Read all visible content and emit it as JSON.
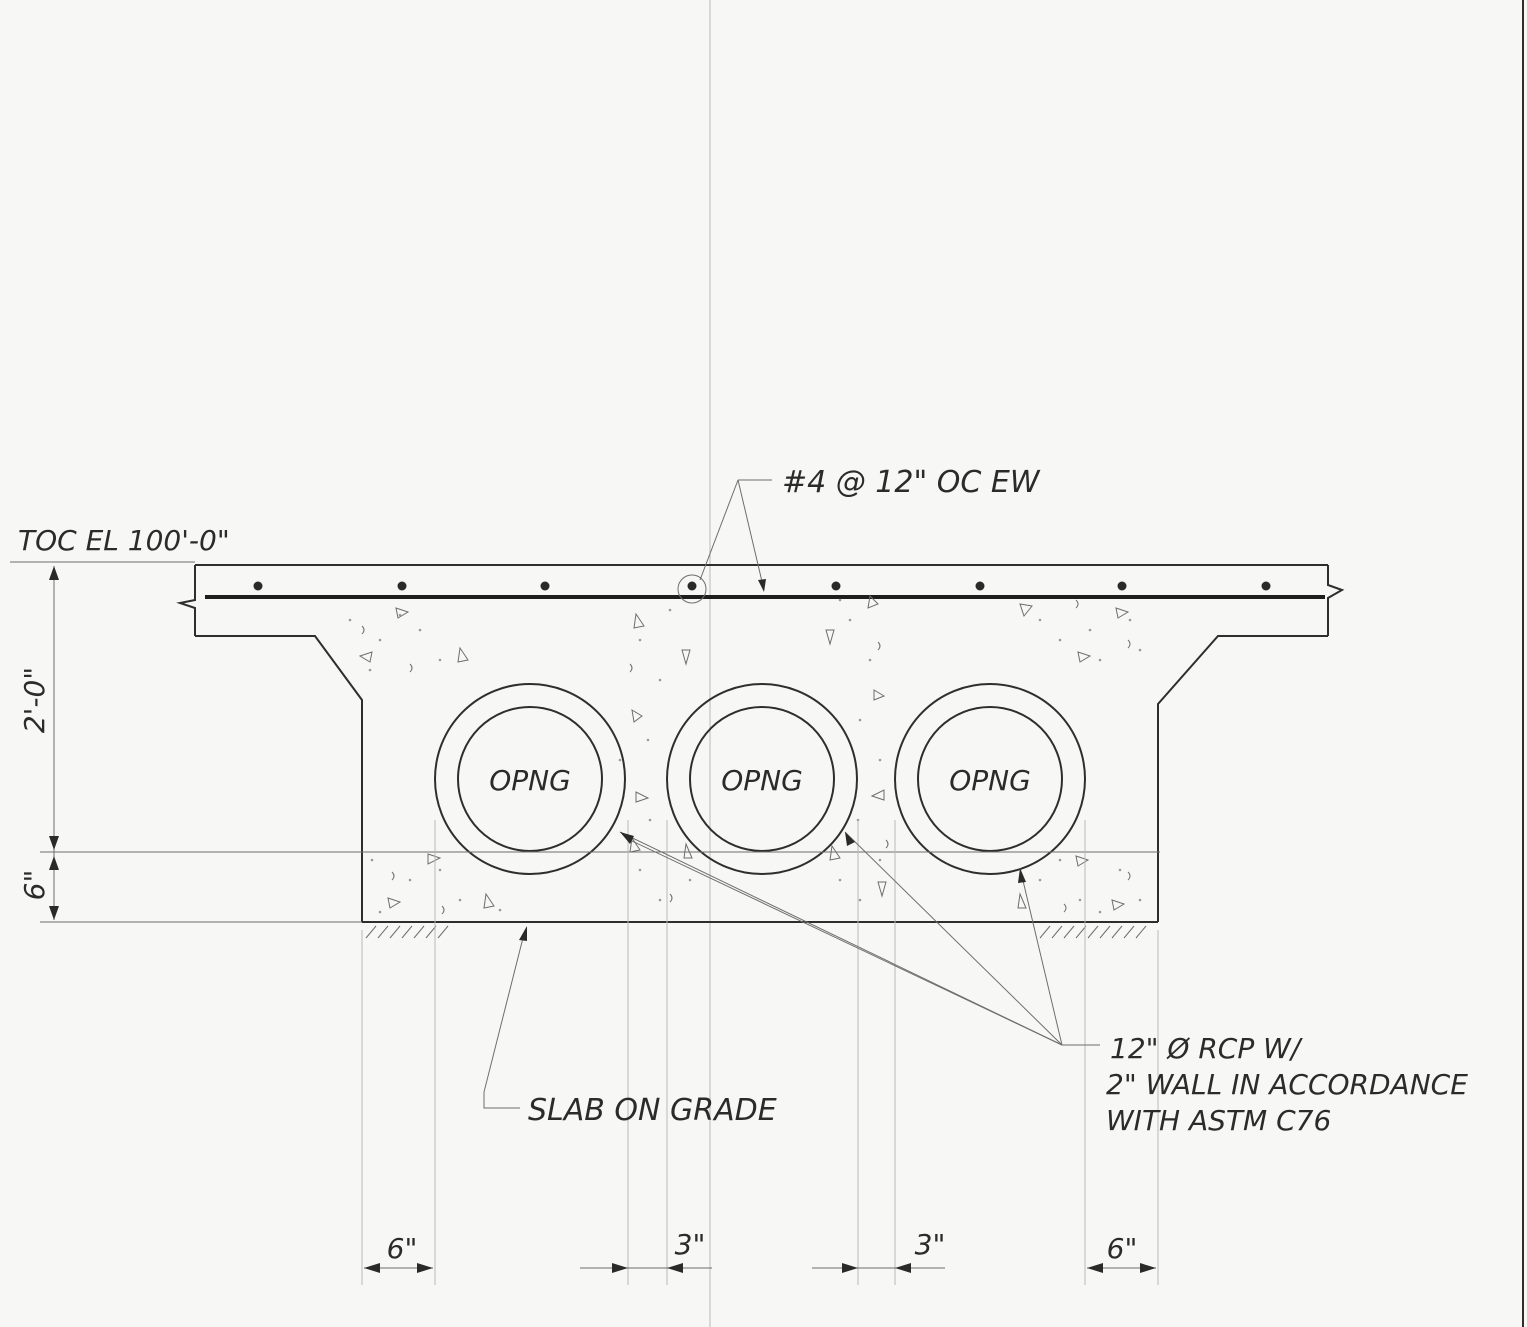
{
  "labels": {
    "top_elevation": "TOC EL 100'-0\"",
    "rebar": "#4 @ 12\" OC EW",
    "slab_on_grade": "SLAB ON GRADE",
    "pipe_note_line1": "12\" Ø   RCP W/",
    "pipe_note_line2": "2\" WALL IN ACCORDANCE",
    "pipe_note_line3": "WITH ASTM C76",
    "opening": "OPNG"
  },
  "dimensions": {
    "beam_depth": "2'-0\"",
    "slab_thickness": "6\"",
    "outer_left": "6\"",
    "inner_left": "3\"",
    "inner_right": "3\"",
    "outer_right": "6\""
  },
  "colors": {
    "line": "#2e2e2e",
    "paper": "#f7f7f5"
  }
}
